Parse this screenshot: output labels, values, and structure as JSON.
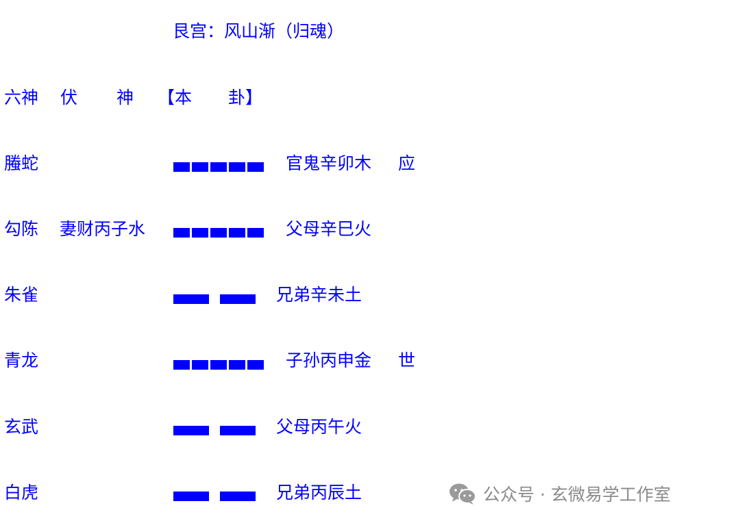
{
  "title": "艮宫：风山渐（归魂）",
  "header": {
    "liushen": "六神",
    "fu": "伏",
    "shen": "神",
    "ben": "【本",
    "gua": "卦】"
  },
  "rows": [
    {
      "liushen": "螣蛇",
      "fushen": "",
      "line_type": "yang",
      "liuqin": "官鬼辛卯木",
      "mark": "应"
    },
    {
      "liushen": "勾陈",
      "fushen": "妻财丙子水",
      "line_type": "yang",
      "liuqin": "父母辛巳火",
      "mark": ""
    },
    {
      "liushen": "朱雀",
      "fushen": "",
      "line_type": "yin",
      "liuqin": "兄弟辛未土",
      "mark": ""
    },
    {
      "liushen": "青龙",
      "fushen": "",
      "line_type": "yang",
      "liuqin": "子孙丙申金",
      "mark": "世"
    },
    {
      "liushen": "玄武",
      "fushen": "",
      "line_type": "yin",
      "liuqin": "父母丙午火",
      "mark": ""
    },
    {
      "liushen": "白虎",
      "fushen": "",
      "line_type": "yin",
      "liuqin": "兄弟丙辰土",
      "mark": ""
    }
  ],
  "watermark": {
    "icon": "wechat-icon",
    "text": "公众号 · 玄微易学工作室"
  },
  "colors": {
    "text": "#0000ff",
    "line": "#0000ff",
    "watermark": "#8a8a8a"
  }
}
